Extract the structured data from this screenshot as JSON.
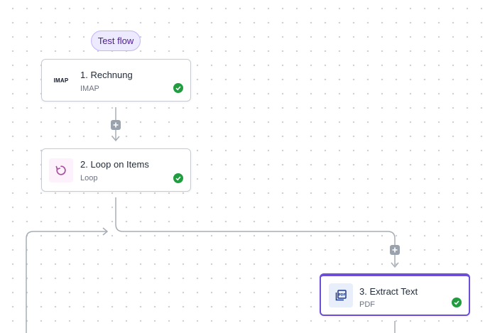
{
  "badge": {
    "label": "Test flow"
  },
  "steps": [
    {
      "title": "1. Rechnung",
      "subtitle": "IMAP",
      "icon": "imap-logo",
      "icon_text": "IMAP",
      "status": "success"
    },
    {
      "title": "2. Loop on Items",
      "subtitle": "Loop",
      "icon": "loop-icon",
      "status": "success"
    },
    {
      "title": "3. Extract Text",
      "subtitle": "PDF",
      "icon": "pdf-icon",
      "status": "success",
      "selected": true
    }
  ],
  "colors": {
    "accent": "#6d4ed8",
    "success": "#1f9d3f",
    "badge_bg": "#ede9fe",
    "connector": "#a7adb6"
  }
}
